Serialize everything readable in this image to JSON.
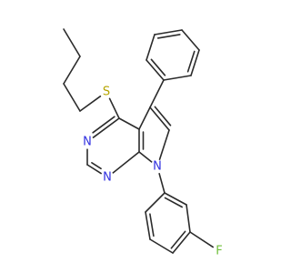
{
  "molecule": {
    "atoms": {
      "S": {
        "label": "S"
      },
      "N3": {
        "label": "N"
      },
      "N1": {
        "label": "N"
      },
      "N7": {
        "label": "N"
      },
      "F": {
        "label": "F"
      }
    }
  },
  "colors": {
    "bond": "#2b2b2b",
    "sulfur": "#b5a400",
    "nitrogen": "#3030e0",
    "fluorine": "#6fbf3a"
  }
}
